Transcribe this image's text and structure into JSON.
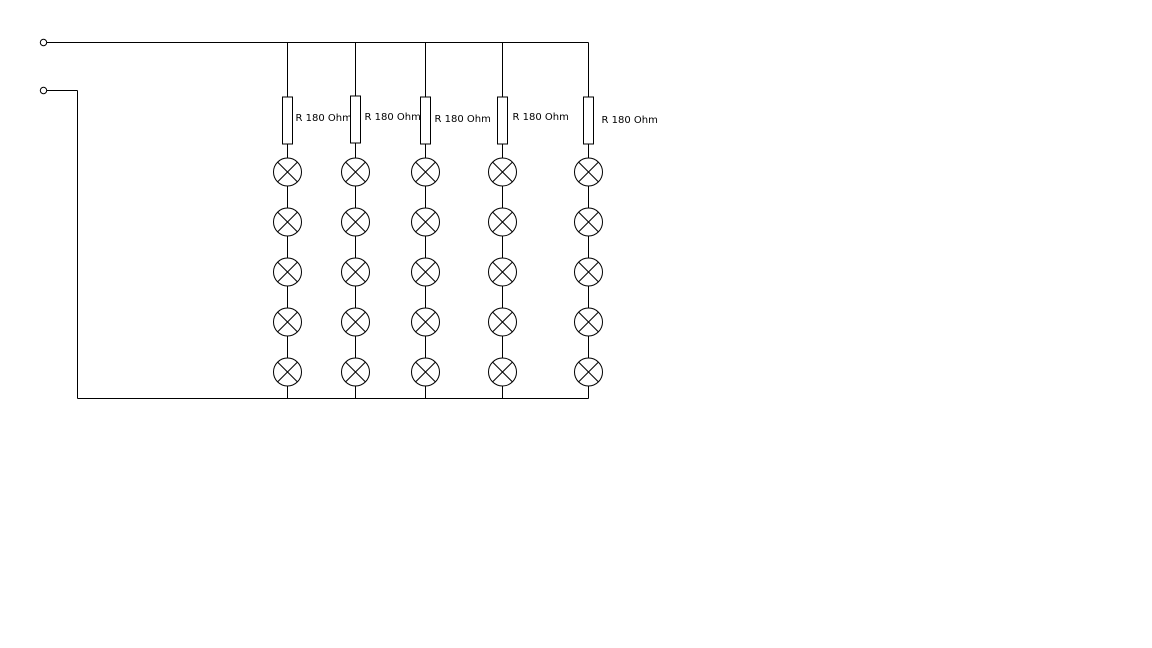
{
  "diagram": {
    "branches": [
      {
        "resistor_label": "R 180 Ohm",
        "lamp_count": 5
      },
      {
        "resistor_label": "R 180 Ohm",
        "lamp_count": 5
      },
      {
        "resistor_label": "R 180 Ohm",
        "lamp_count": 5
      },
      {
        "resistor_label": "R 180 Ohm",
        "lamp_count": 5
      },
      {
        "resistor_label": "R 180 Ohm",
        "lamp_count": 5
      }
    ],
    "terminals": [
      "top-terminal",
      "bottom-terminal"
    ],
    "symbols": {
      "lamp": "lamp-icon",
      "resistor": "resistor-icon",
      "terminal": "terminal-icon"
    },
    "colors": {
      "line": "#000000",
      "background": "#ffffff"
    }
  }
}
